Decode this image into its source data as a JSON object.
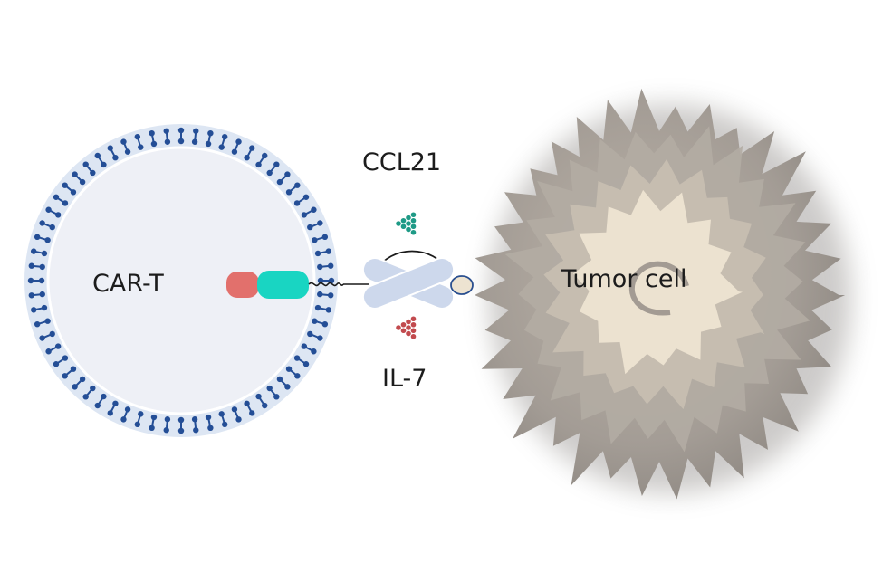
{
  "labels": {
    "car_t": "CAR-T",
    "ccl21": "CCL21",
    "il7": "IL-7",
    "tumor_cell": "Tumor cell"
  },
  "colors": {
    "membrane_band": "#dde6f3",
    "lipid_heads": "#244e96",
    "cell_interior": "#eef0f6",
    "car_red_domain": "#e2706c",
    "car_teal_domain": "#19d5c2",
    "ccl21_dots": "#1e9a86",
    "il7_dots": "#c24a4e",
    "antigen_bars": "#cdd8ec",
    "tumor_body": "#a19b94",
    "tumor_inner": "#ede3d1"
  },
  "icons": {
    "car_t_cell": "car-t-cell-icon",
    "tumor_cell": "tumor-cell-icon",
    "ccl21_cluster": "ccl21-dot-triangle-icon",
    "il7_cluster": "il7-dot-triangle-icon",
    "receptor": "receptor-cross-icon"
  }
}
